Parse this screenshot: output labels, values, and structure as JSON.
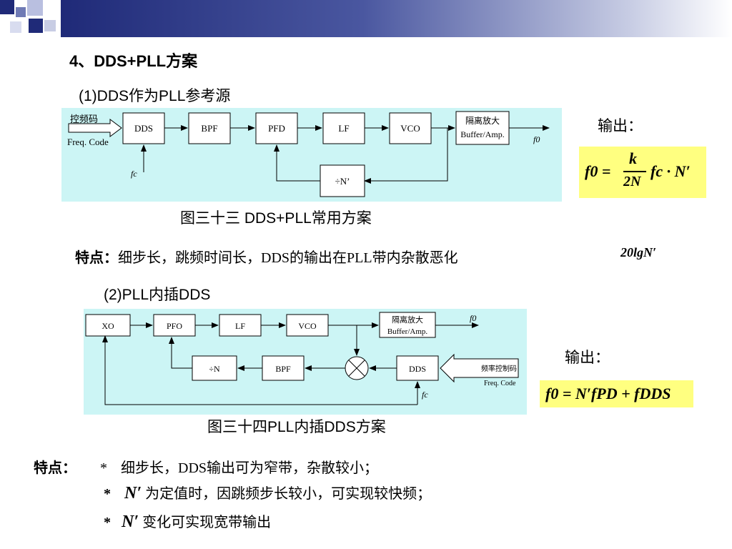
{
  "heading": "4、DDS+PLL方案",
  "section1": {
    "title": "(1)DDS作为PLL参考源",
    "blocks": [
      "DDS",
      "BPF",
      "PFD",
      "LF",
      "VCO"
    ],
    "buffer_line1": "隔离放大",
    "buffer_line2": "Buffer/Amp.",
    "divider": "÷N’",
    "input_cn": "控频码",
    "input_en": "Freq. Code",
    "clock": "fc",
    "out_label": "f0",
    "output_title": "输出：",
    "formula": {
      "lhs": "f0 =",
      "num": "k",
      "den": "2N",
      "rhs": "fc · N′"
    },
    "caption": "图三十三  DDS+PLL常用方案",
    "feature_label": "特点：",
    "feature_text": "细步长，跳频时间长，DDS的输出在PLL带内杂散恶化",
    "feature_formula": "20lgN′"
  },
  "section2": {
    "title": "(2)PLL内插DDS",
    "blocks": [
      "XO",
      "PFO",
      "LF",
      "VCO"
    ],
    "buffer_line1": "隔离放大",
    "buffer_line2": "Buffer/Amp.",
    "divider": "÷N",
    "bpf": "BPF",
    "dds": "DDS",
    "ctrl_cn": "频率控制码",
    "ctrl_en": "Freq. Code",
    "clock": "fc",
    "out_label": "f0",
    "output_title": "输出：",
    "formula": "f0 = N′fPD + fDDS",
    "caption": "图三十四PLL内插DDS方案",
    "feature_label": "特点：",
    "bullets": [
      {
        "mark": "*",
        "sym": "",
        "text": "细步长，DDS输出可为窄带，杂散较小；"
      },
      {
        "mark": "*",
        "sym": "N′",
        "text": "为定值时，因跳频步长较小，可实现较快频；"
      },
      {
        "mark": "*",
        "sym": "N′",
        "text": "变化可实现宽带输出"
      }
    ]
  }
}
